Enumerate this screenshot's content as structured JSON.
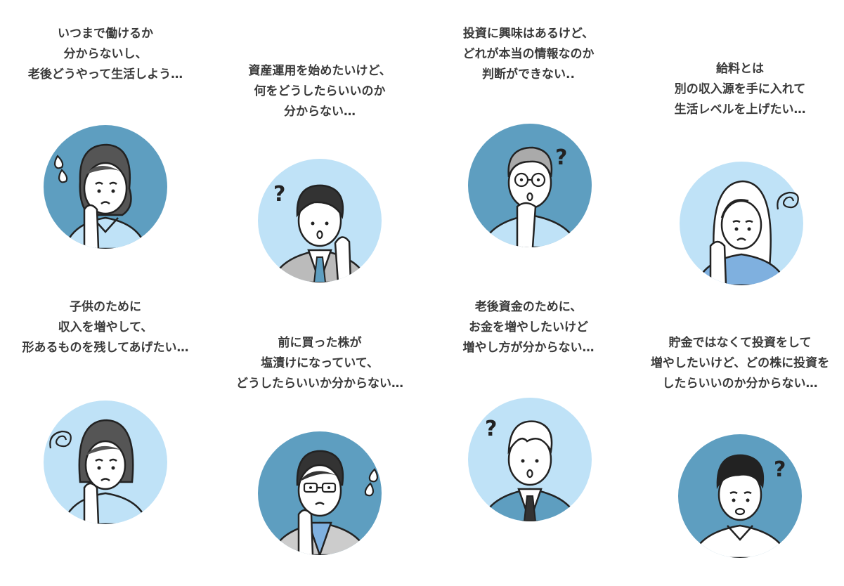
{
  "colors": {
    "dark_blue": "#5e9ec0",
    "light_blue": "#bfe2f7",
    "line": "#222222",
    "text": "#3a3a3a"
  },
  "cards": [
    {
      "lines": [
        "いつまで働けるか",
        "分からないし、",
        "老後どうやって生活しよう…"
      ],
      "bg": "dark",
      "person": "woman-worried-sweat",
      "mark": "sweat-icon"
    },
    {
      "lines": [
        "資産運用を始めたいけど、",
        "何をどうしたらいいのか",
        "分からない…"
      ],
      "bg": "light",
      "person": "man-suit-question",
      "mark": "question-icon"
    },
    {
      "lines": [
        "投資に興味はあるけど、",
        "どれが本当の情報なのか",
        "判断ができない.."
      ],
      "bg": "dark",
      "person": "older-man-glasses-question",
      "mark": "question-icon"
    },
    {
      "lines": [
        "給料とは",
        "別の収入源を手に入れて",
        "生活レベルを上げたい…"
      ],
      "bg": "light",
      "person": "woman-long-hair-scribble",
      "mark": "scribble-icon"
    },
    {
      "lines": [
        "子供のために",
        "収入を増やして、",
        "形あるものを残してあげたい…"
      ],
      "bg": "light",
      "person": "woman-short-hair-scribble",
      "mark": "scribble-icon"
    },
    {
      "lines": [
        "前に買った株が",
        "塩漬けになっていて、",
        "どうしたらいいか分からない…"
      ],
      "bg": "dark",
      "person": "woman-glasses-sweat",
      "mark": "sweat-icon"
    },
    {
      "lines": [
        "老後資金のために、",
        "お金を増やしたいけど",
        "増やし方が分からない…"
      ],
      "bg": "light",
      "person": "young-man-suit-question",
      "mark": "question-icon"
    },
    {
      "lines": [
        "貯金ではなくて投資をして",
        "増やしたいけど、どの株に投資を",
        "したらいいのか分からない…"
      ],
      "bg": "dark",
      "person": "man-shirt-question",
      "mark": "question-icon"
    }
  ]
}
